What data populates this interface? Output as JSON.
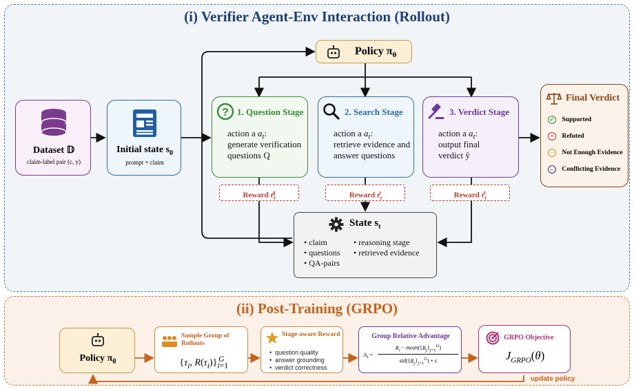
{
  "top": {
    "title": "(i) Verifier Agent-Env Interaction (Rollout)",
    "policy": "Policy π",
    "policy_sub": "θ",
    "dataset": {
      "label": "Dataset 𝔻",
      "sub": "claim-label pair (c, y)"
    },
    "initial": {
      "label": "Initial state s",
      "sub_idx": "0",
      "sub": "prompt + claim"
    },
    "stages": [
      {
        "title": "1. Question Stage",
        "text1": "action a",
        "text2": "generate verification questions Q",
        "reward": "Reward r",
        "rsup": "q",
        "rsub": "t"
      },
      {
        "title": "2. Search Stage",
        "text1": "action a",
        "text2": "retrieve evidence and answer questions",
        "reward": "Reward r",
        "rsup": "s",
        "rsub": "t"
      },
      {
        "title": "3. Verdict Stage",
        "text1": "action a",
        "text2": "output final verdict ŷ",
        "reward": "Reward r",
        "rsup": "v",
        "rsub": "t"
      }
    ],
    "state": {
      "title": "State s",
      "sub": "t",
      "col1": [
        "claim",
        "questions",
        "QA-pairs"
      ],
      "col2": [
        "reasoning stage",
        "retrieved evidence"
      ]
    },
    "verdict": {
      "title": "Final Verdict",
      "items": [
        "Supported",
        "Refuted",
        "Not Enough Evidence",
        "Conflicting Evidence"
      ]
    }
  },
  "bottom": {
    "title": "(ii) Post-Training (GRPO)",
    "policy": "Policy π",
    "policy_sub": "θ",
    "sample": {
      "title": "Sample Group of Rollouts",
      "formula": "{τ_i, R(τ_i)}_{i=1}^G"
    },
    "reward": {
      "title": "Stage-aware Reward",
      "items": [
        "question quality",
        "answer grounding",
        "verdict correctness"
      ]
    },
    "advantage": {
      "title": "Group Relative Advantage"
    },
    "objective": {
      "title": "GRPO Objective",
      "formula": "J_GRPO(θ)"
    },
    "update": "update policy"
  },
  "colors": {
    "blue": "#1f3e78",
    "orange": "#c5621c",
    "green": "#3b8a3b",
    "teal": "#2e6d9c",
    "purple": "#6b3aa0",
    "red": "#c0392b",
    "brown": "#8b4513"
  }
}
